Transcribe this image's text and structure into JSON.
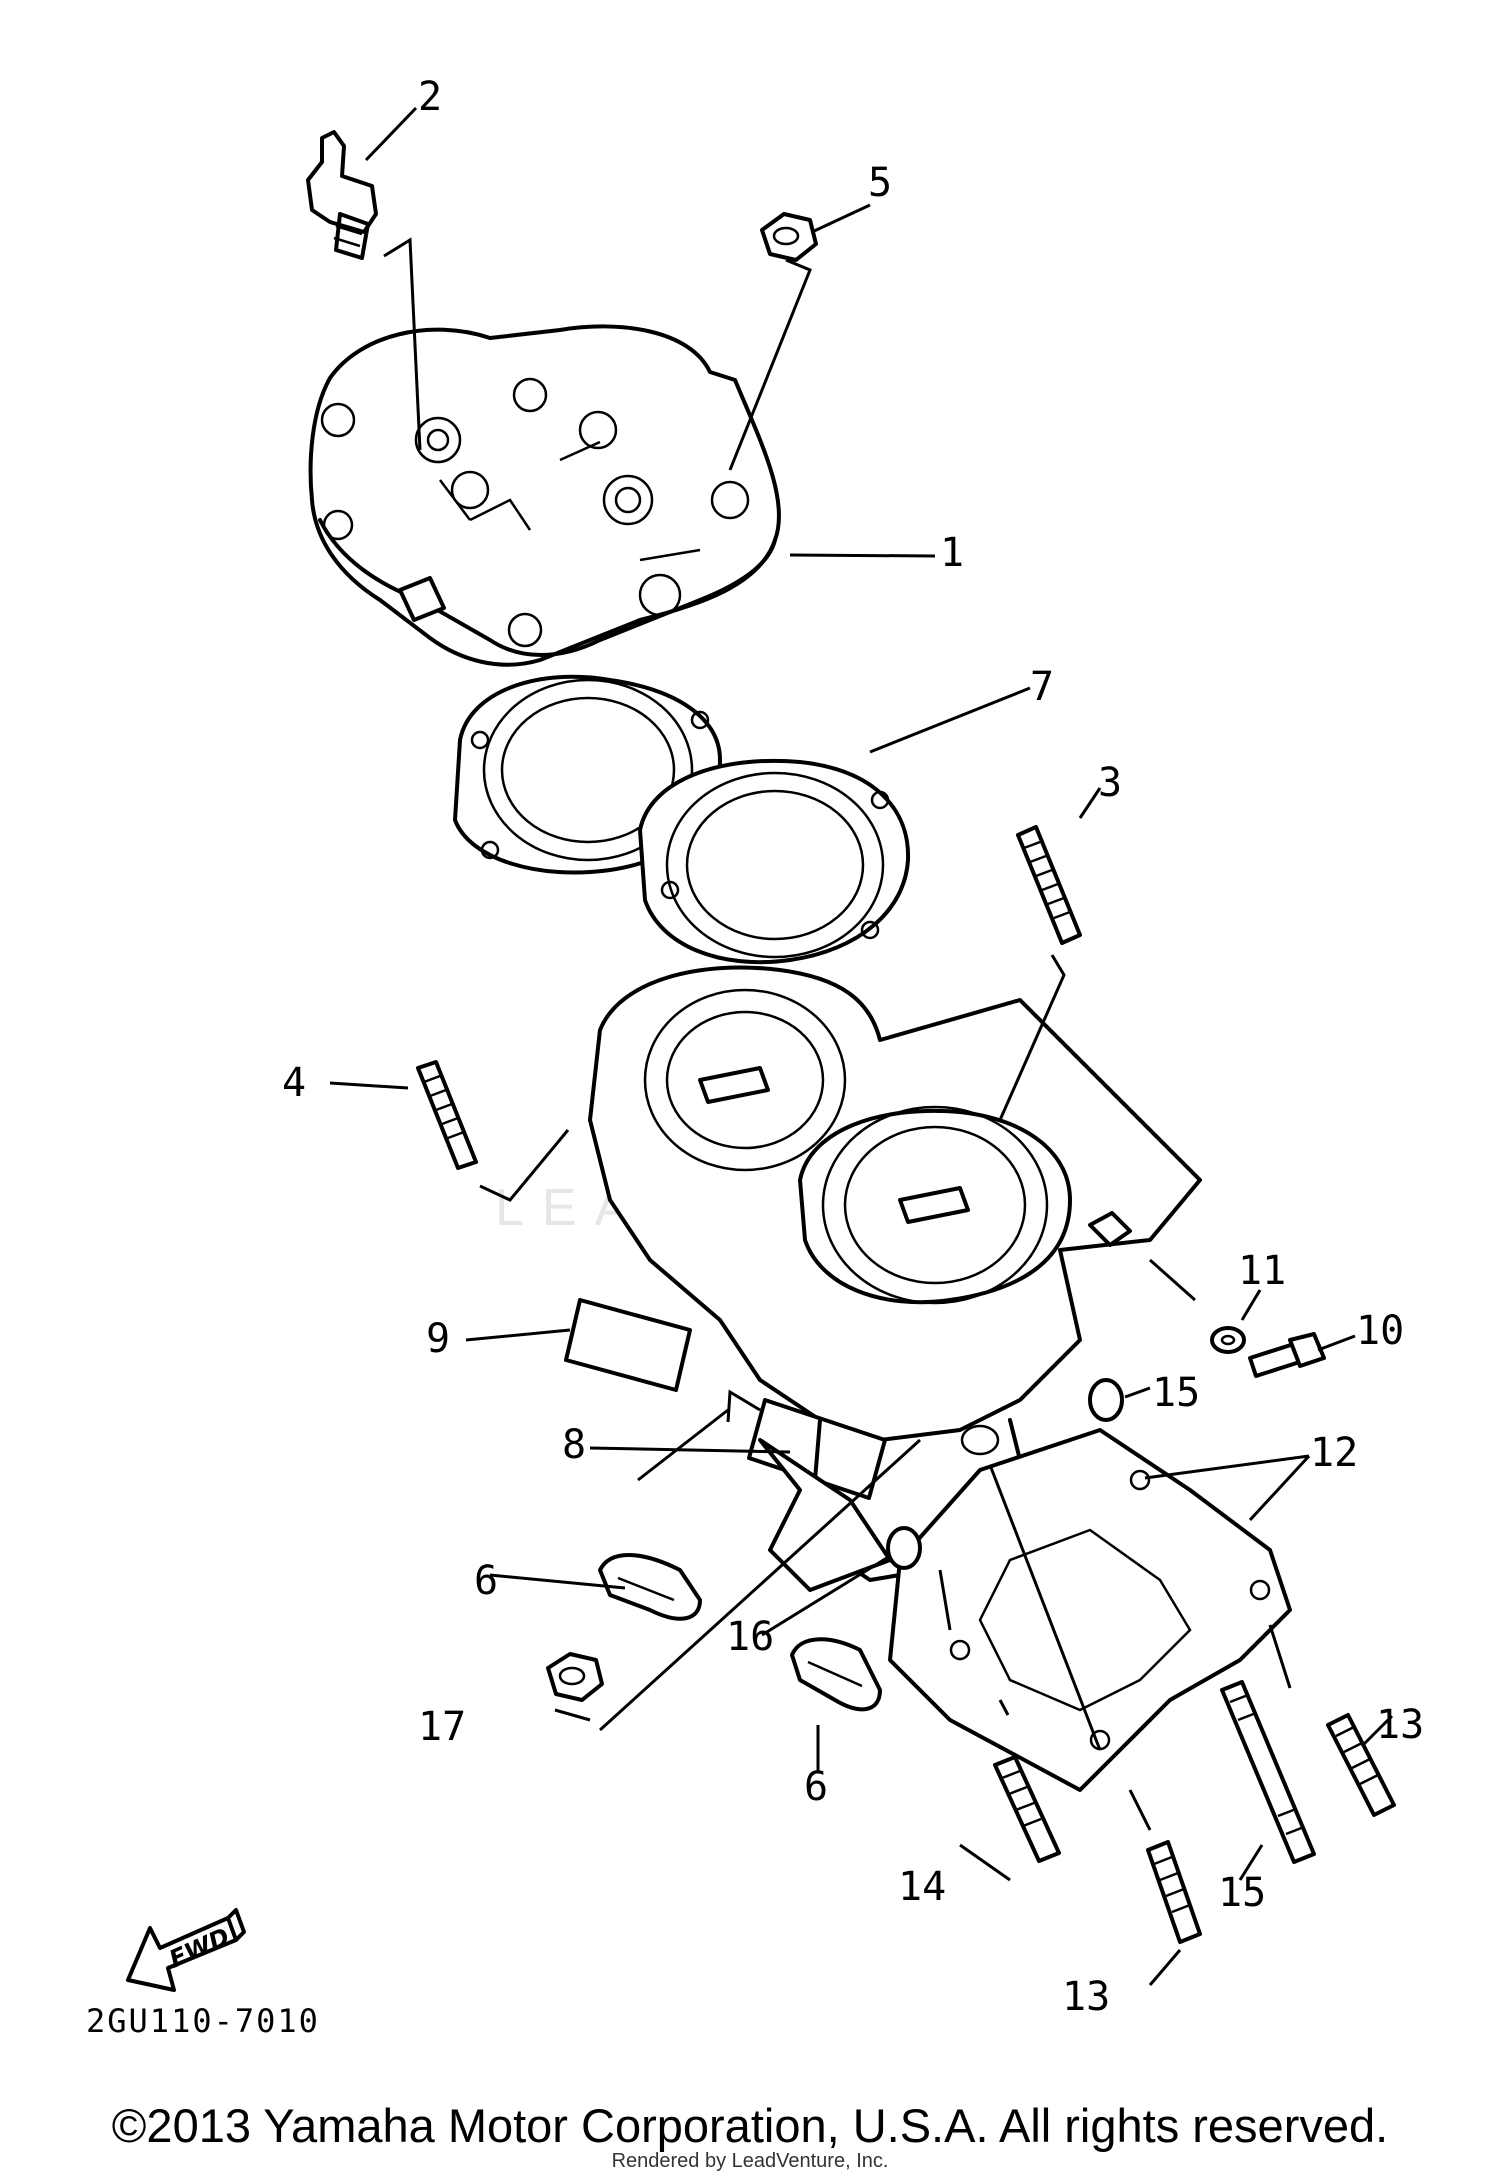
{
  "diagram": {
    "callouts": [
      {
        "id": "c1",
        "label": "1"
      },
      {
        "id": "c2",
        "label": "2"
      },
      {
        "id": "c3",
        "label": "3"
      },
      {
        "id": "c4",
        "label": "4"
      },
      {
        "id": "c5",
        "label": "5"
      },
      {
        "id": "c6a",
        "label": "6"
      },
      {
        "id": "c6b",
        "label": "6"
      },
      {
        "id": "c7",
        "label": "7"
      },
      {
        "id": "c8",
        "label": "8"
      },
      {
        "id": "c9",
        "label": "9"
      },
      {
        "id": "c10",
        "label": "10"
      },
      {
        "id": "c11",
        "label": "11"
      },
      {
        "id": "c12",
        "label": "12"
      },
      {
        "id": "c13a",
        "label": "13"
      },
      {
        "id": "c13b",
        "label": "13"
      },
      {
        "id": "c14",
        "label": "14"
      },
      {
        "id": "c15",
        "label": "15"
      },
      {
        "id": "c16a",
        "label": "16"
      },
      {
        "id": "c16b",
        "label": "16"
      },
      {
        "id": "c17",
        "label": "17"
      }
    ],
    "fwd_label": "FWD",
    "diagram_code": "2GU110-7010",
    "watermark": "LEADVENTURE"
  },
  "footer": {
    "copyright": "©2013 Yamaha Motor Corporation, U.S.A. All rights reserved.",
    "rendered_by": "Rendered by LeadVenture, Inc."
  }
}
